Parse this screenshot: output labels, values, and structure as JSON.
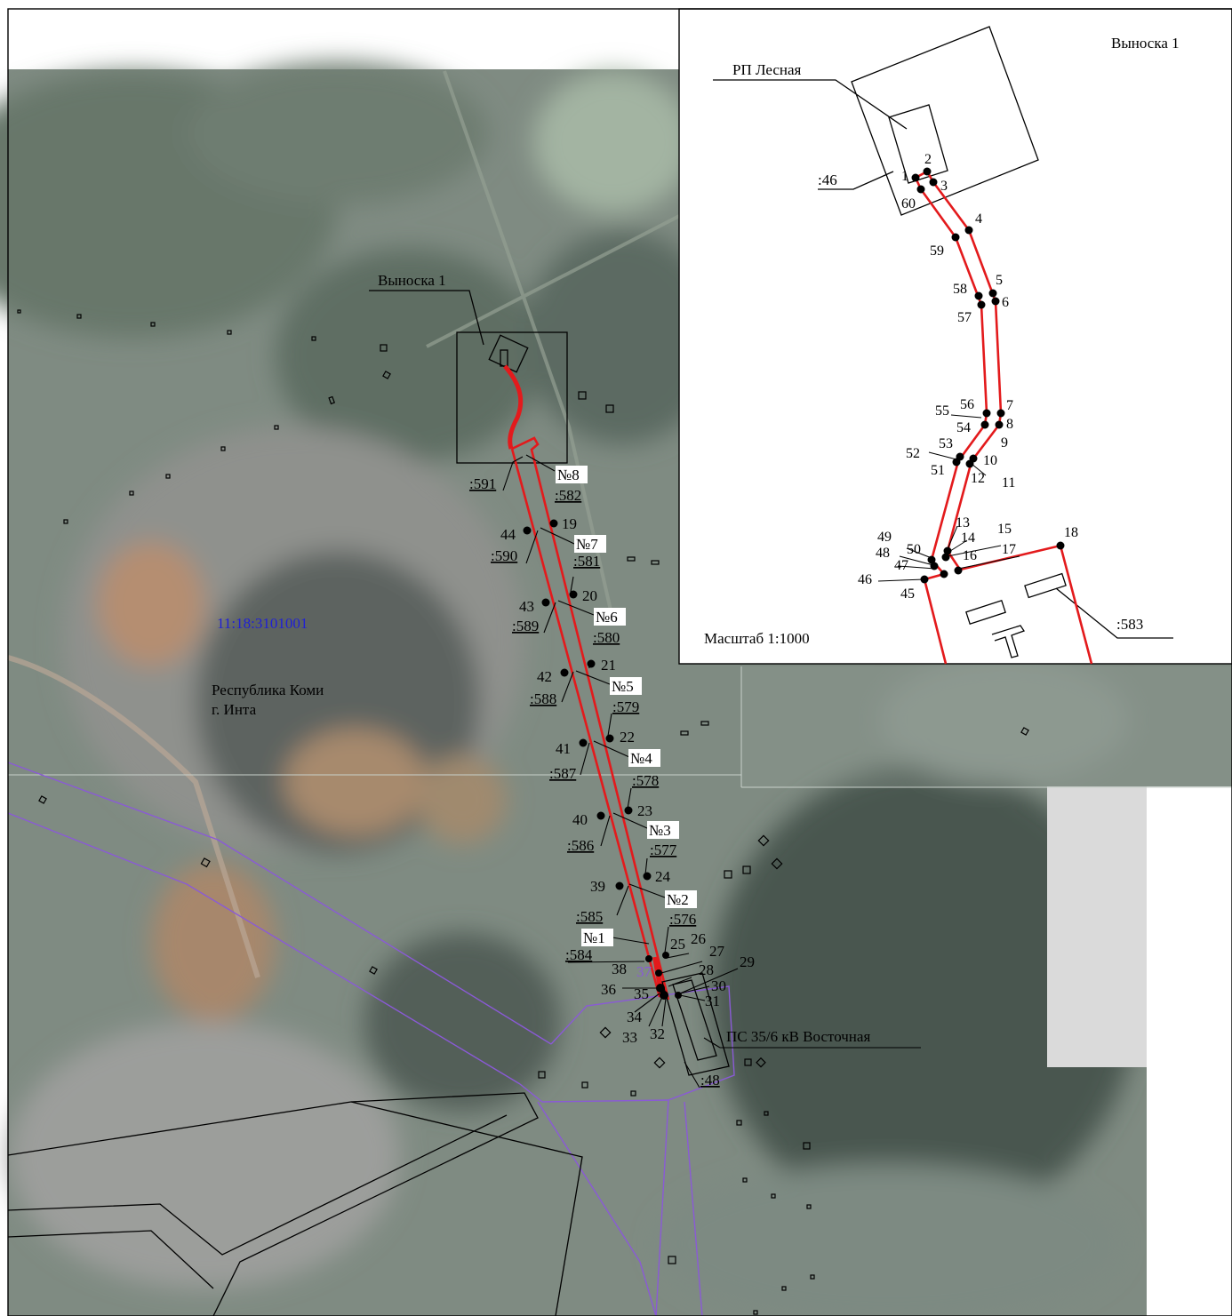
{
  "main_map": {
    "cadastral_quarter": "11:18:3101001",
    "region": "Республика Коми",
    "city": "г. Инта",
    "callout_label": "Выноска 1",
    "substation_label": "ПС 35/6 кВ Восточная",
    "parcel_48": ":48",
    "parcels": [
      ":591",
      ":590",
      ":589",
      ":588",
      ":587",
      ":586",
      ":585",
      ":584",
      ":582",
      ":581",
      ":580",
      ":579",
      ":578",
      ":577",
      ":576"
    ],
    "supports": [
      "№8",
      "№7",
      "№6",
      "№5",
      "№4",
      "№3",
      "№2",
      "№1"
    ],
    "point_numbers": [
      "19",
      "20",
      "21",
      "22",
      "23",
      "24",
      "25",
      "26",
      "27",
      "28",
      "29",
      "30",
      "31",
      "32",
      "33",
      "34",
      "35",
      "36",
      "37",
      "38",
      "39",
      "40",
      "41",
      "42",
      "43",
      "44"
    ]
  },
  "inset": {
    "title": "Выноска 1",
    "rp_label": "РП Лесная",
    "parcel_46": ":46",
    "parcel_583": ":583",
    "scale": "Масштаб 1:1000",
    "point_numbers": [
      "1",
      "2",
      "3",
      "4",
      "5",
      "6",
      "7",
      "8",
      "9",
      "10",
      "11",
      "12",
      "13",
      "14",
      "15",
      "16",
      "17",
      "18",
      "45",
      "46",
      "47",
      "48",
      "49",
      "50",
      "51",
      "52",
      "53",
      "54",
      "55",
      "56",
      "57",
      "58",
      "59",
      "60"
    ]
  },
  "colors": {
    "route": "#e31a1c",
    "quarter_label": "#1f1fd6",
    "zone_boundary": "#8a5ad6",
    "outline": "#000000"
  }
}
